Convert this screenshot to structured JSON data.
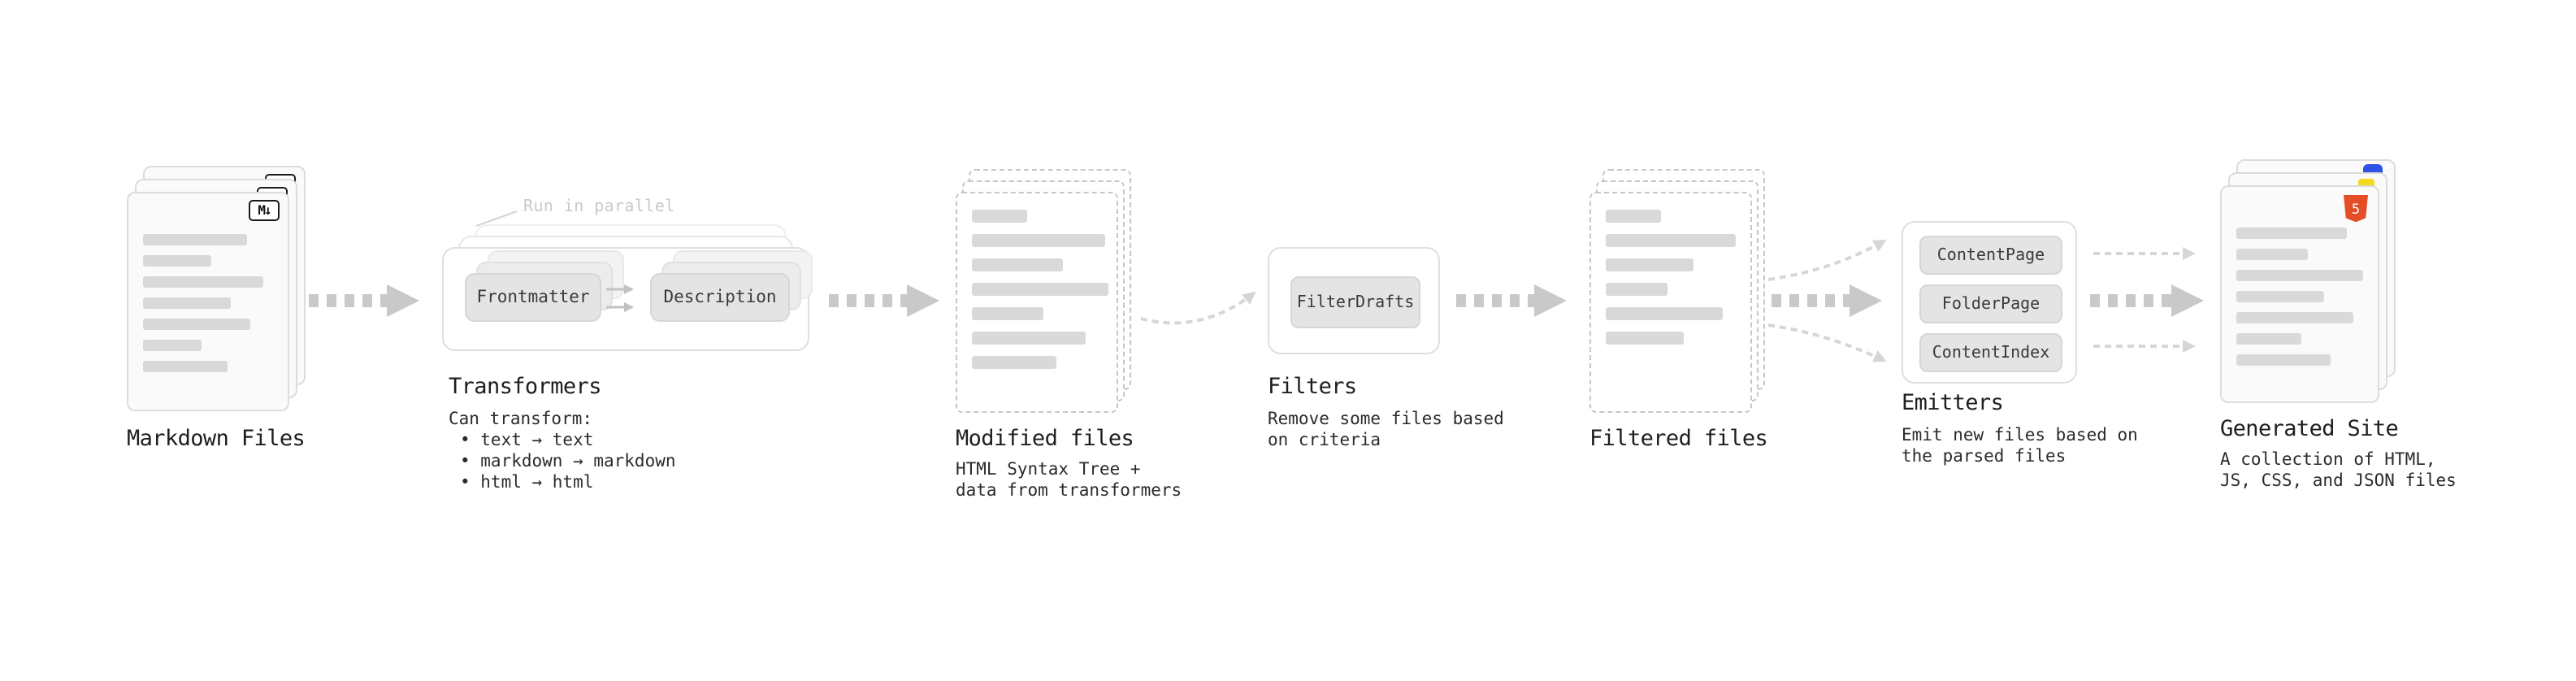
{
  "diagram": {
    "colors": {
      "arrow": "#c9c9c9",
      "arrow_light": "#d6d6d6",
      "placeholder_bar": "#d9d9d9",
      "html5_badge": "#e44d26",
      "js_badge": "#f5d91e",
      "css_badge": "#2d53e5"
    },
    "stages": {
      "markdown_files": {
        "title": "Markdown Files",
        "badge": "M↓"
      },
      "transformers": {
        "title": "Transformers",
        "annotation": "Run in parallel",
        "buttons": [
          "Frontmatter",
          "Description"
        ],
        "caption_heading": "Can transform:",
        "caption_bullets": [
          "• text → text",
          "• markdown → markdown",
          "• html → html"
        ]
      },
      "modified_files": {
        "title": "Modified files",
        "caption_lines": [
          "HTML Syntax Tree +",
          "data from transformers"
        ]
      },
      "filters": {
        "title": "Filters",
        "buttons": [
          "FilterDrafts"
        ],
        "caption_lines": [
          "Remove some files based",
          "on criteria"
        ]
      },
      "filtered_files": {
        "title": "Filtered files"
      },
      "emitters": {
        "title": "Emitters",
        "buttons": [
          "ContentPage",
          "FolderPage",
          "ContentIndex"
        ],
        "caption_lines": [
          "Emit new files based on",
          "the parsed files"
        ]
      },
      "generated_site": {
        "title": "Generated Site",
        "badge": "5",
        "caption_lines": [
          "A collection of HTML,",
          "JS, CSS, and JSON files"
        ]
      }
    }
  }
}
